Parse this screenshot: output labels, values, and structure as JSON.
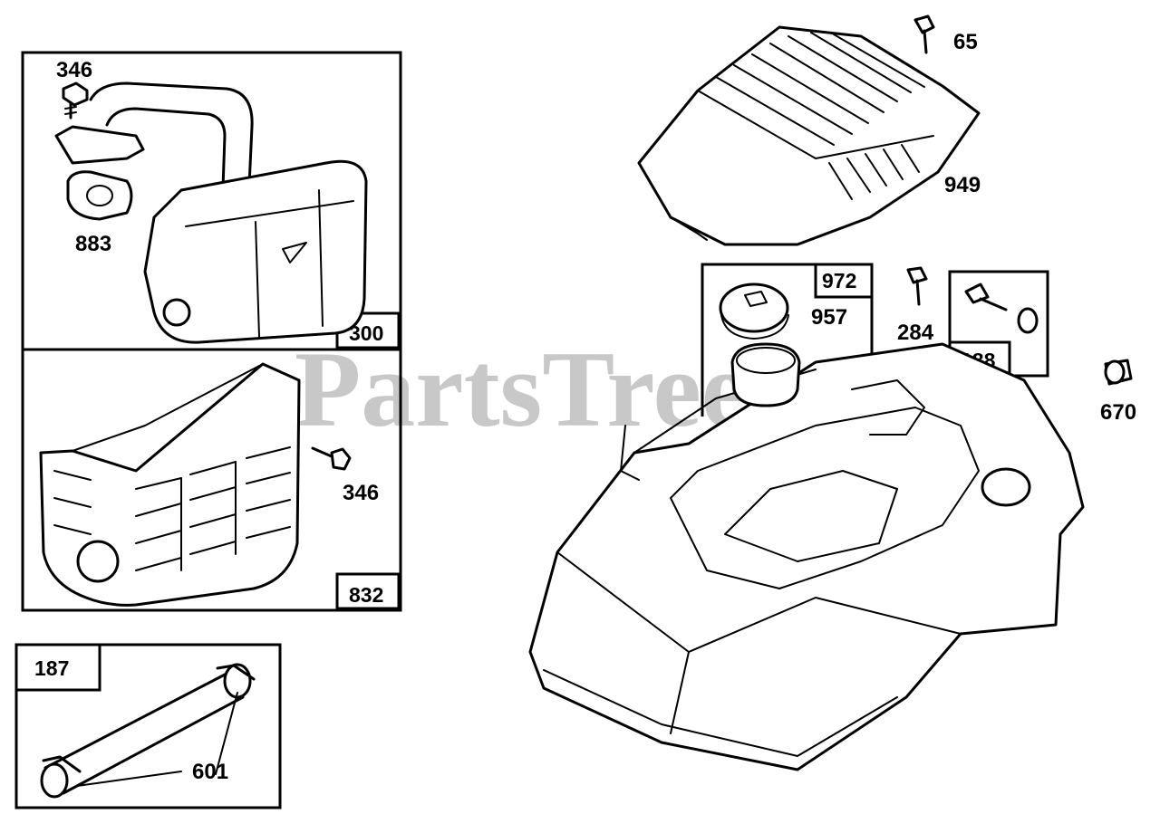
{
  "watermark": "PartsTree",
  "boxes": {
    "muffler_box": "300",
    "guard_box": "832",
    "tube_box": "187",
    "tank_box": "972",
    "bolt_box": "188"
  },
  "parts": {
    "screw_muffler": "346",
    "gasket": "883",
    "screw_guard": "346",
    "clamp": "601",
    "screw_top": "65",
    "shroud": "949",
    "fuel_cap": "957",
    "bolt": "284",
    "spacer": "670"
  }
}
